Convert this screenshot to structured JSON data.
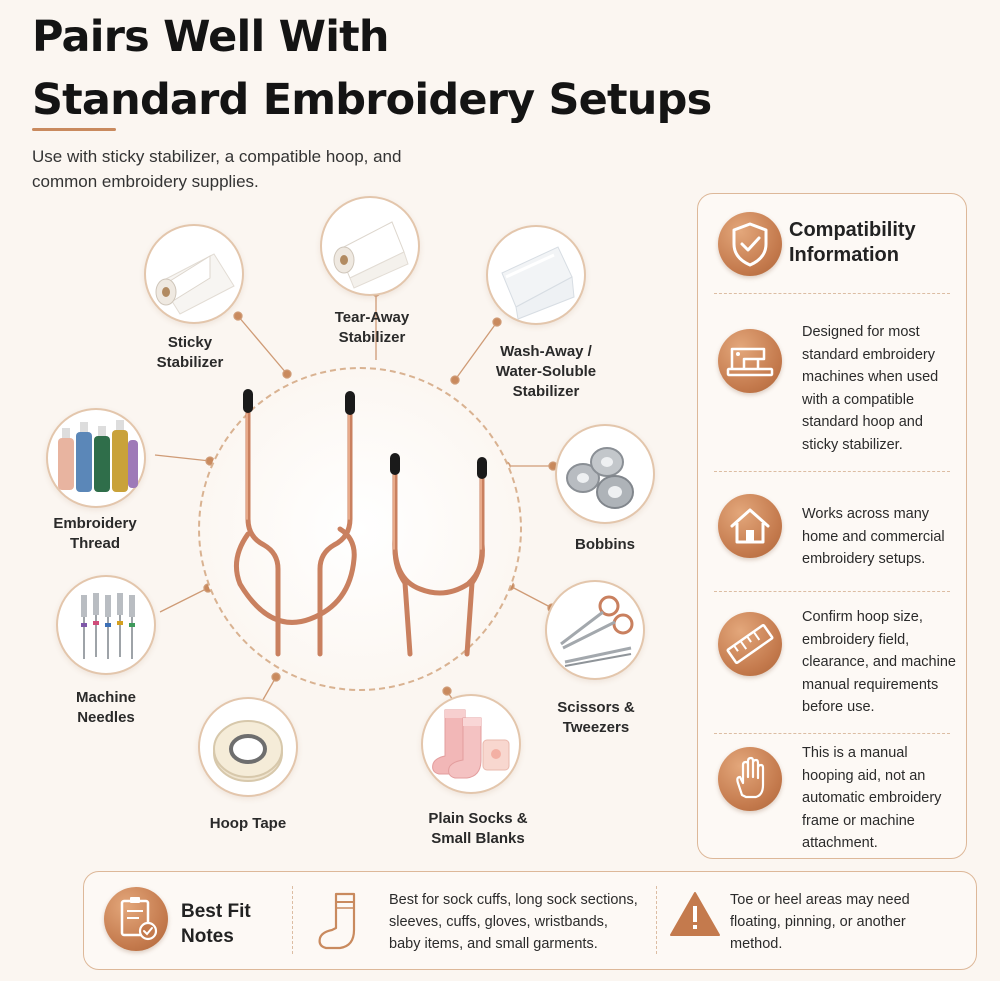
{
  "header": {
    "title_line1": "Pairs Well With",
    "title_line2": "Standard Embroidery Setups",
    "subtitle": "Use with sticky stabilizer, a compatible hoop, and common embroidery supplies."
  },
  "accessories": [
    {
      "label": "Sticky\nStabilizer",
      "icon": "stabilizer-roll-icon"
    },
    {
      "label": "Tear-Away\nStabilizer",
      "icon": "stabilizer-roll-icon"
    },
    {
      "label": "Wash-Away /\nWater-Soluble\nStabilizer",
      "icon": "soluble-stabilizer-icon"
    },
    {
      "label": "Embroidery\nThread",
      "icon": "thread-spools-icon"
    },
    {
      "label": "Bobbins",
      "icon": "bobbins-icon"
    },
    {
      "label": "Machine\nNeedles",
      "icon": "needles-icon"
    },
    {
      "label": "Scissors &\nTweezers",
      "icon": "scissors-icon"
    },
    {
      "label": "Hoop Tape",
      "icon": "tape-roll-icon"
    },
    {
      "label": "Plain Socks &\nSmall Blanks",
      "icon": "socks-icon"
    }
  ],
  "compatibility": {
    "title": "Compatibility Information",
    "rows": [
      {
        "icon": "sewing-machine-icon",
        "text": "Designed for most standard embroidery machines when used with a compatible standard hoop and sticky stabilizer."
      },
      {
        "icon": "home-icon",
        "text": "Works across many home and commercial embroidery setups."
      },
      {
        "icon": "ruler-icon",
        "text": "Confirm hoop size, embroidery field, clearance, and machine manual requirements before use."
      },
      {
        "icon": "hand-icon",
        "text": "This is a manual hooping aid, not an automatic embroidery frame or machine attachment."
      }
    ]
  },
  "best_fit": {
    "title": "Best Fit Notes",
    "note1": "Best for sock cuffs, long sock sections, sleeves, cuffs, gloves, wristbands, baby items, and small garments.",
    "note2": "Toe or heel areas may need floating, pinning, or another method."
  },
  "colors": {
    "accent": "#c47a4d",
    "copper": "#d08a66",
    "background": "#fbf6f1",
    "border": "#ddb899"
  }
}
